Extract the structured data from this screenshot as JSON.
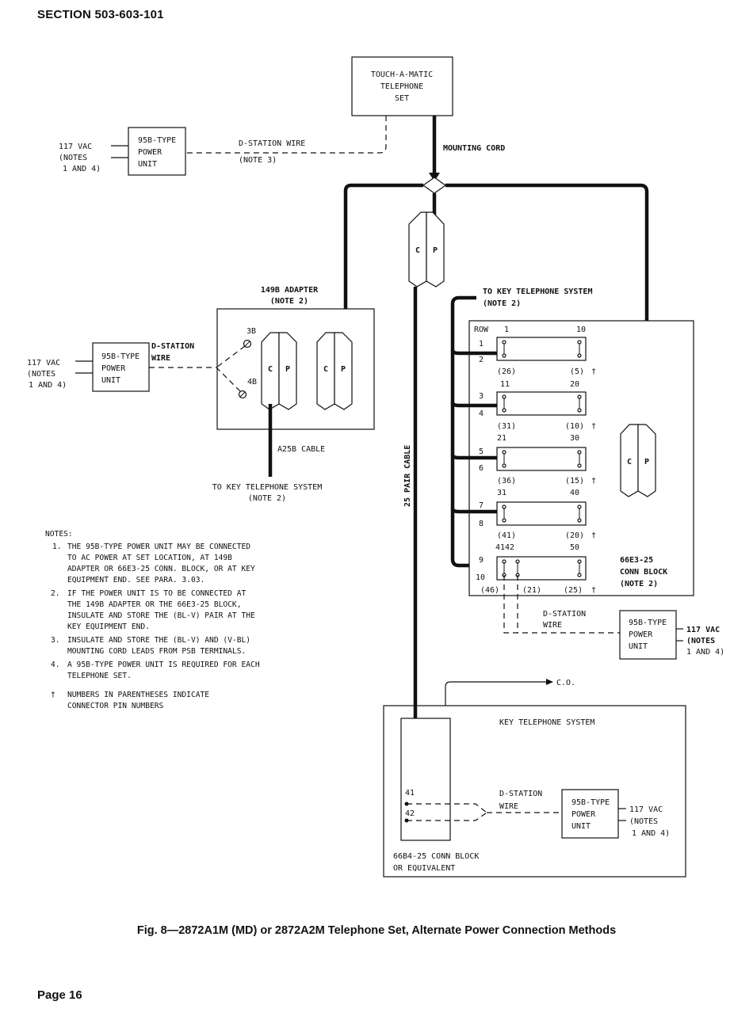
{
  "header": {
    "section": "SECTION 503-603-101"
  },
  "caption": "Fig. 8—2872A1M (MD) or 2872A2M Telephone Set, Alternate Power Connection Methods",
  "page_number": "Page 16",
  "telephone_set": {
    "line1": "TOUCH-A-MATIC",
    "line2": "TELEPHONE",
    "line3": "SET"
  },
  "mounting_cord": "MOUNTING CORD",
  "power_unit_lines": [
    "95B-TYPE",
    "POWER",
    "UNIT"
  ],
  "vac_note": {
    "line1": "117 VAC",
    "line2": "(NOTES",
    "line3": "1 AND 4)"
  },
  "dstation_top": {
    "line1": "D-STATION WIRE",
    "line2": "(NOTE 3)"
  },
  "adapter": {
    "title": "149B ADAPTER",
    "note": "(NOTE 2)",
    "pin_3b": "3B",
    "pin_4b": "4B",
    "dstation_line1": "D-STATION",
    "dstation_line2": "WIRE",
    "cable": "A25B CABLE",
    "to_key_line1": "TO KEY TELEPHONE SYSTEM",
    "to_key_line2": "(NOTE 2)"
  },
  "plug": {
    "c": "C",
    "p": "P"
  },
  "pair_cable": "25 PAIR CABLE",
  "conn_block": {
    "to_key_line1": "TO KEY TELEPHONE SYSTEM",
    "to_key_line2": "(NOTE 2)",
    "row_header": "ROW",
    "col_1": "1",
    "col_10": "10",
    "rows": [
      "1",
      "2",
      "3",
      "4",
      "5",
      "6",
      "7",
      "8",
      "9",
      "10"
    ],
    "pin_labels": [
      {
        "left": "(26)",
        "right": "(5)",
        "dagger": "†",
        "next_left": "11",
        "next_right": "20"
      },
      {
        "left": "(31)",
        "right": "(10)",
        "dagger": "†",
        "next_left": "21",
        "next_right": "30"
      },
      {
        "left": "(36)",
        "right": "(15)",
        "dagger": "†",
        "next_left": "31",
        "next_right": "40"
      },
      {
        "left": "(41)",
        "right": "(20)",
        "dagger": "†",
        "next_left": "4142",
        "next_right": "50"
      }
    ],
    "bottom_pins": {
      "p46": "(46)",
      "p21": "(21)",
      "p25": "(25)",
      "dagger": "†"
    },
    "name_line1": "66E3-25",
    "name_line2": "CONN BLOCK",
    "name_line3": "(NOTE 2)",
    "dstation_line1": "D-STATION",
    "dstation_line2": "WIRE"
  },
  "key_system": {
    "co": "C.O.",
    "title": "KEY TELEPHONE SYSTEM",
    "pin_41": "41",
    "pin_42": "42",
    "dstation_line1": "D-STATION",
    "dstation_line2": "WIRE",
    "block_line1": "66B4-25 CONN BLOCK",
    "block_line2": "OR EQUIVALENT"
  },
  "notes": {
    "heading": "NOTES:",
    "n1_num": "1.",
    "n1": [
      "THE 95B-TYPE POWER UNIT MAY BE CONNECTED",
      "TO AC POWER AT SET LOCATION, AT 149B",
      "ADAPTER OR 66E3-25 CONN. BLOCK, OR AT KEY",
      "EQUIPMENT END. SEE PARA. 3.03."
    ],
    "n2_num": "2.",
    "n2": [
      "IF THE POWER UNIT IS TO BE CONNECTED AT",
      "THE 149B ADAPTER OR THE 66E3-25 BLOCK,",
      "INSULATE AND STORE THE (BL-V) PAIR AT THE",
      "KEY EQUIPMENT END."
    ],
    "n3_num": "3.",
    "n3": [
      "INSULATE AND STORE THE (BL-V) AND (V-BL)",
      "MOUNTING CORD LEADS FROM PSB TERMINALS."
    ],
    "n4_num": "4.",
    "n4": [
      "A 95B-TYPE POWER UNIT IS REQUIRED FOR EACH",
      "TELEPHONE SET."
    ],
    "dagger": "†",
    "dagger_text": [
      "NUMBERS IN PARENTHESES INDICATE",
      "CONNECTOR PIN NUMBERS"
    ]
  }
}
